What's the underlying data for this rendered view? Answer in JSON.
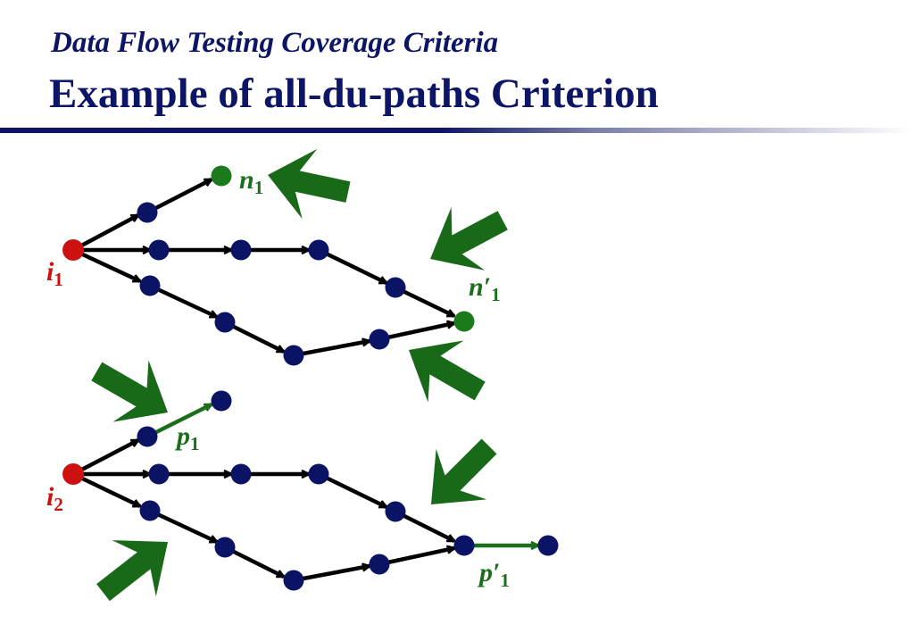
{
  "header": {
    "subtitle": "Data Flow Testing Coverage Criteria",
    "title": "Example of all-du-paths Criterion"
  },
  "labels": {
    "n1": {
      "main": "n",
      "sub": "1"
    },
    "n1_prime": {
      "main": "n′",
      "sub": "1"
    },
    "i1": {
      "main": "i",
      "sub": "1"
    },
    "p1": {
      "main": "p",
      "sub": "1"
    },
    "i2": {
      "main": "i",
      "sub": "2"
    },
    "p1_prime": {
      "main": "p′",
      "sub": "1"
    }
  },
  "colors": {
    "header": "#0c1566",
    "node": "#0b1464",
    "def_node": "#cc1111",
    "use_node": "#1b7a1b",
    "pointer_arrow": "#186a18",
    "edge": "#000000",
    "use_edge": "#1b6e1b"
  }
}
